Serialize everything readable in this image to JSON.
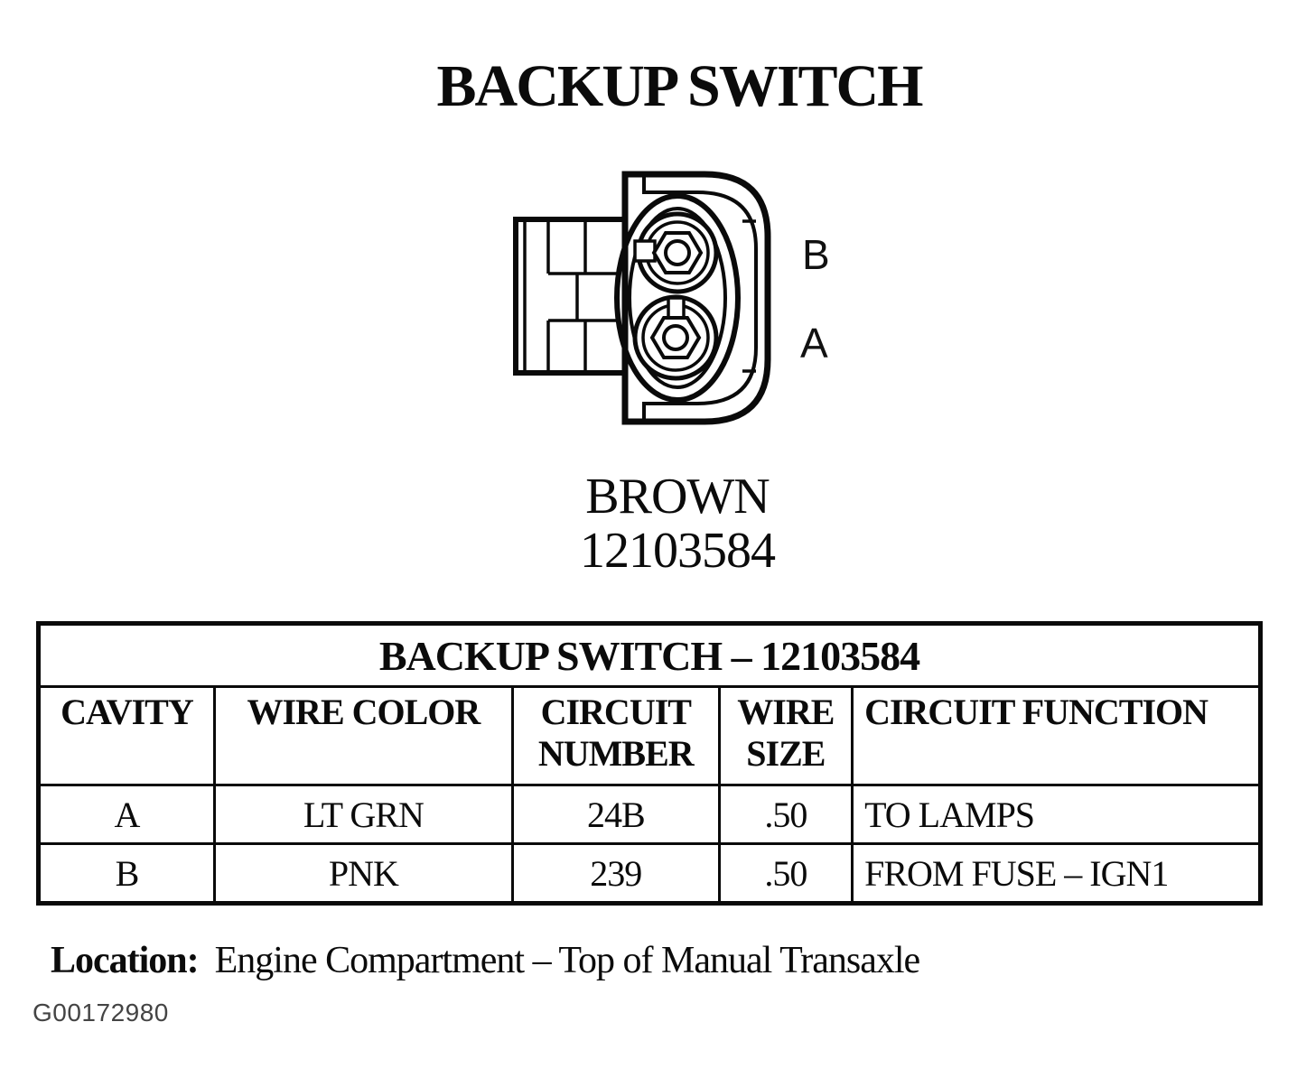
{
  "page": {
    "title": "BACKUP SWITCH",
    "figure_code": "G00172980"
  },
  "connector": {
    "color_label": "BROWN",
    "part_number": "12103584",
    "pin_labels": [
      "B",
      "A"
    ]
  },
  "table": {
    "title": "BACKUP SWITCH – 12103584",
    "columns": [
      "CAVITY",
      "WIRE COLOR",
      "CIRCUIT NUMBER",
      "WIRE SIZE",
      "CIRCUIT FUNCTION"
    ],
    "rows": [
      {
        "cavity": "A",
        "wire_color": "LT GRN",
        "circuit_number": "24B",
        "wire_size": ".50",
        "circuit_function": "TO LAMPS"
      },
      {
        "cavity": "B",
        "wire_color": "PNK",
        "circuit_number": "239",
        "wire_size": ".50",
        "circuit_function": "FROM FUSE – IGN1"
      }
    ]
  },
  "location": {
    "label": "Location:",
    "value": "Engine Compartment – Top of Manual Transaxle"
  },
  "colors": {
    "ink": "#0b0b0b",
    "figure_code_gray": "#444444"
  }
}
